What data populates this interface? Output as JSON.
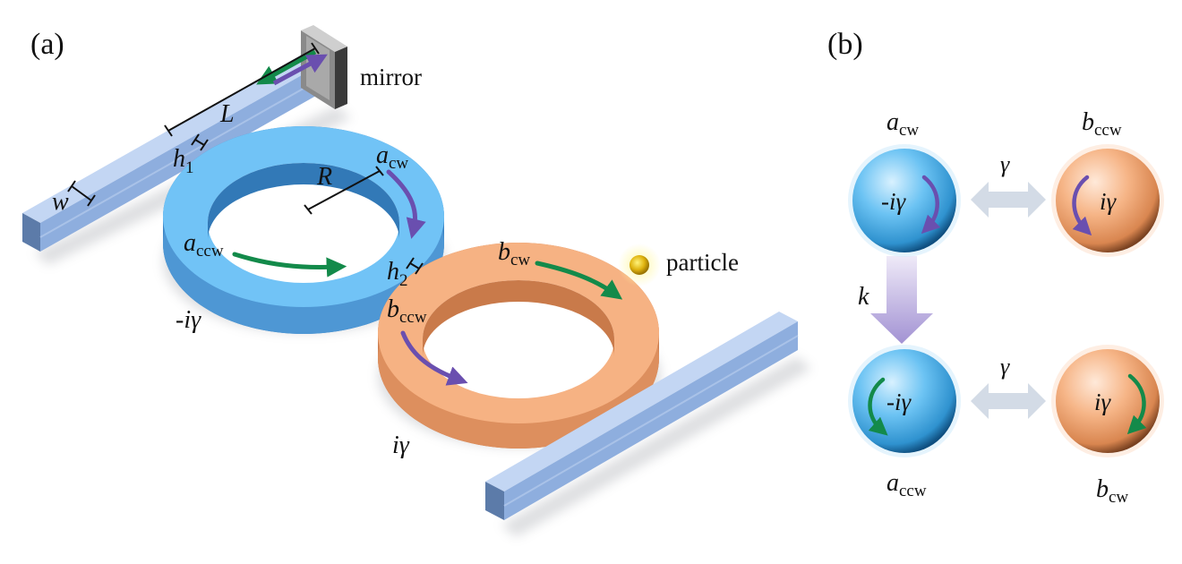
{
  "panel_a": {
    "label": "(a)",
    "mirror_label": "mirror",
    "particle_label": "particle",
    "dim_L": "L",
    "dim_w": "w",
    "dim_R": "R",
    "dim_h": "h",
    "h1_sub": "1",
    "h2_sub": "2",
    "a_sym": "a",
    "b_sym": "b",
    "cw_sub": "cw",
    "ccw_sub": "ccw",
    "loss_a": "-iγ",
    "gain_b": "iγ"
  },
  "panel_b": {
    "label": "(b)",
    "a_sym": "a",
    "b_sym": "b",
    "cw_sub": "cw",
    "ccw_sub": "ccw",
    "gamma": "γ",
    "k": "k",
    "loss": "-iγ",
    "gain": "iγ"
  },
  "colors": {
    "waveguide": "#8eaede",
    "ring_a": "#6fc1f5",
    "ring_b": "#f6b283",
    "arrow_cw": "#6a4faf",
    "arrow_ccw": "#138a4a",
    "particle": "#e1b60f"
  }
}
